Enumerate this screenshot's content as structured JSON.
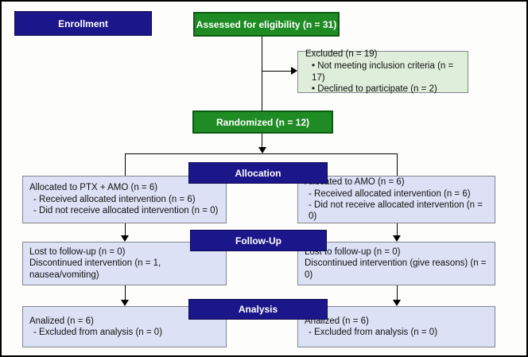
{
  "flow": {
    "enrollment_label": "Enrollment",
    "assessed_label": "Assessed for eligibility (n = 31)",
    "excluded": {
      "line1": "Excluded (n = 19)",
      "line2": "• Not meeting inclusion criteria (n = 17)",
      "line3": "• Declined to participate (n = 2)"
    },
    "randomized_label": "Randomized (n = 12)",
    "allocation_label": "Allocation",
    "alloc_left": {
      "line1": "Allocated to PTX + AMO (n = 6)",
      "line2": "- Received allocated intervention (n = 6)",
      "line3": "- Did not receive allocated intervention (n = 0)"
    },
    "alloc_right": {
      "line1": "Allocated to AMO (n = 6)",
      "line2": "- Received allocated intervention (n = 6)",
      "line3": "- Did not receive allocated intervention (n = 0)"
    },
    "followup_label": "Follow-Up",
    "followup_left": {
      "line1": "Lost to follow-up (n = 0)",
      "line2": "Discontinued intervention (n = 1, nausea/vomiting)"
    },
    "followup_right": {
      "line1": "Lost to follow-up (n = 0)",
      "line2": "Discontinued intervention (give reasons) (n = 0)"
    },
    "analysis_label": "Analysis",
    "analysis_left": {
      "line1": "Analized (n = 6)",
      "line2": "- Excluded from analysis (n = 0)"
    },
    "analysis_right": {
      "line1": "Analized (n = 6)",
      "line2": "- Excluded from analysis (n = 0)"
    }
  },
  "colors": {
    "stage_bar_navy": "#1c168b",
    "green_box": "#1f8b24",
    "green_box_border": "#0d5a12",
    "excluded_bg": "#dfeeda",
    "light_box_bg": "#dce1f6",
    "box_border_gray": "#85858f",
    "connector_line": "#000000"
  }
}
